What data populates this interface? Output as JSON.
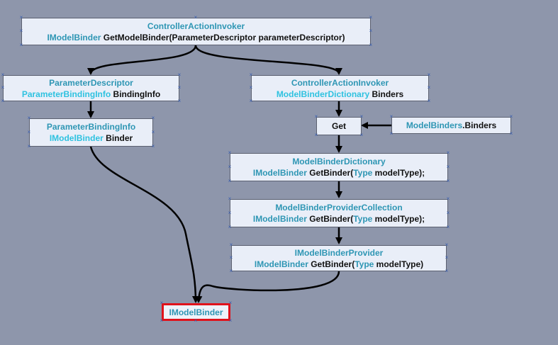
{
  "nodes": {
    "cai_top": {
      "line1": "ControllerActionInvoker",
      "l2a": "IModelBinder",
      "l2b": " GetModelBinder(ParameterDescriptor parameterDescriptor)"
    },
    "param_desc": {
      "line1": "ParameterDescriptor",
      "l2a": "ParameterBindingInfo",
      "l2b": " BindingInfo"
    },
    "param_binding": {
      "line1": "ParameterBindingInfo",
      "l2a": "IModelBinder",
      "l2b": " Binder"
    },
    "cai_binders": {
      "line1": "ControllerActionInvoker",
      "l2a": "ModelBinderDictionary",
      "l2b": " Binders"
    },
    "get": {
      "label": "Get"
    },
    "model_binders": {
      "l1a": "ModelBinders",
      "l1b": ".Binders"
    },
    "mbd": {
      "line1": "ModelBinderDictionary",
      "l2a": "IModelBinder",
      "l2b": " GetBinder(",
      "l2c": "Type",
      "l2d": " modelType);"
    },
    "mbpc": {
      "line1": "ModelBinderProviderCollection",
      "l2a": "IModelBinder",
      "l2b": " GetBinder(",
      "l2c": "Type",
      "l2d": " modelType);"
    },
    "imbp": {
      "line1": "IModelBinderProvider",
      "l2a": "IModelBinder",
      "l2b": " GetBinder(",
      "l2c": "Type",
      "l2d": " modelType)"
    },
    "imb": {
      "label": "IModelBinder"
    }
  },
  "colors": {
    "background": "#8e96ab",
    "type_name": "#2e96b4",
    "type_name_light": "#2ec2e0",
    "highlight_border": "#e0121b",
    "connector": "#000000"
  }
}
